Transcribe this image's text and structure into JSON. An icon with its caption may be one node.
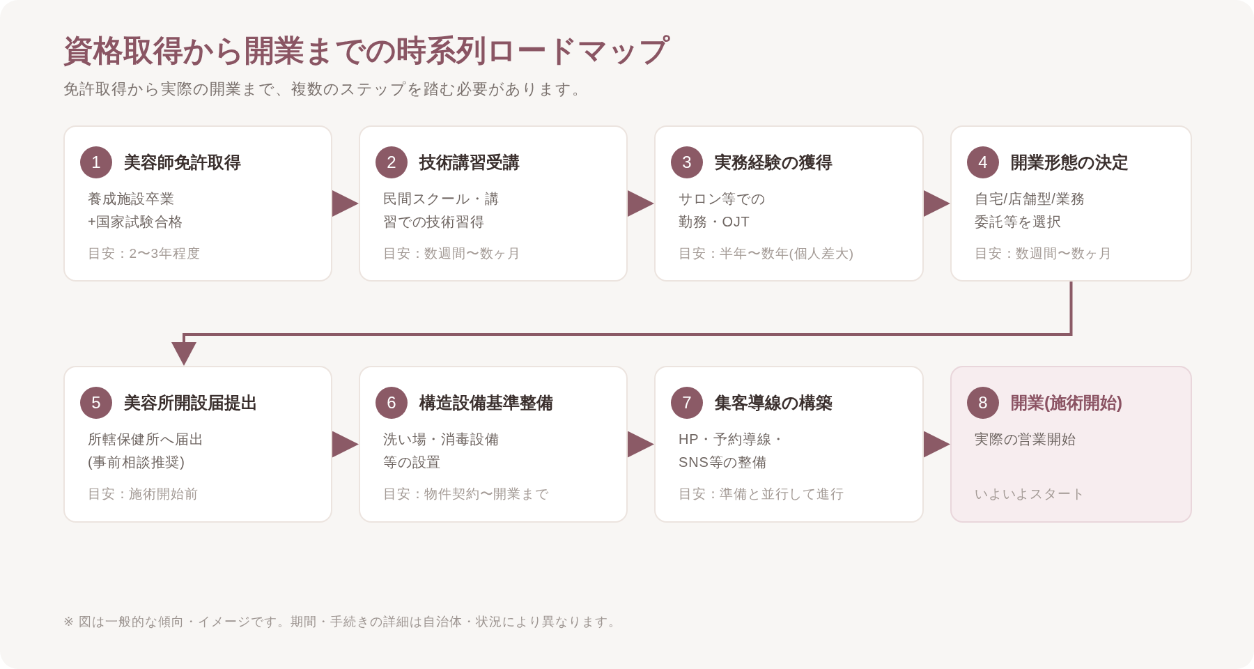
{
  "diagram": {
    "title": "資格取得から開業までの時系列ロードマップ",
    "nodes": [
      {
        "text": [
          "1",
          "美容師免許取得",
          "養成施設卒業+国家試験合格",
          "目安：2〜3年程度"
        ]
      },
      {
        "text": [
          "2",
          "技術講習受講",
          "民間スクール・講習での技術習得",
          "目安：数週間〜数ヶ月"
        ]
      },
      {
        "text": [
          "3",
          "実務経験の獲得",
          "サロン等での勤務・OJT",
          "目安：半年〜数年(個人差大)"
        ]
      },
      {
        "text": [
          "4",
          "開業形態の決定",
          "自宅/店舗型/業務委託等を選択",
          "目安：数週間〜数ヶ月"
        ]
      },
      {
        "text": [
          "5",
          "美容所開設届提出",
          "所轄保健所へ届出(事前相談推奨)",
          "目安：施術開始前"
        ]
      },
      {
        "text": [
          "6",
          "構造設備基準整備",
          "洗い場・消毒設備等の設置",
          "目安：物件契約〜開業まで"
        ]
      },
      {
        "text": [
          "7",
          "集客導線の構築",
          "HP・予約導線・SNS等の整備",
          "目安：準備と並行して進行"
        ]
      },
      {
        "text": [
          "8",
          "開業(施術開始)",
          "実際の営業開始",
          "いよいよスタート"
        ]
      }
    ],
    "edges": [
      {
        "from": 0,
        "to": 1,
        "arrow": "to"
      },
      {
        "from": 1,
        "to": 2,
        "arrow": "to"
      },
      {
        "from": 2,
        "to": 3,
        "arrow": "to"
      },
      {
        "from": 3,
        "to": 4,
        "arrow": "to"
      },
      {
        "from": 4,
        "to": 5,
        "arrow": "to"
      },
      {
        "from": 5,
        "to": 6,
        "arrow": "to"
      },
      {
        "from": 6,
        "to": 7,
        "arrow": "to"
      }
    ],
    "labels": [
      "免許取得から実際の開業まで、複数のステップを踏む必要があります。",
      "※ 図は一般的な傾向・イメージです。期間・手続きの詳細は自治体・状況により異なります。"
    ]
  }
}
